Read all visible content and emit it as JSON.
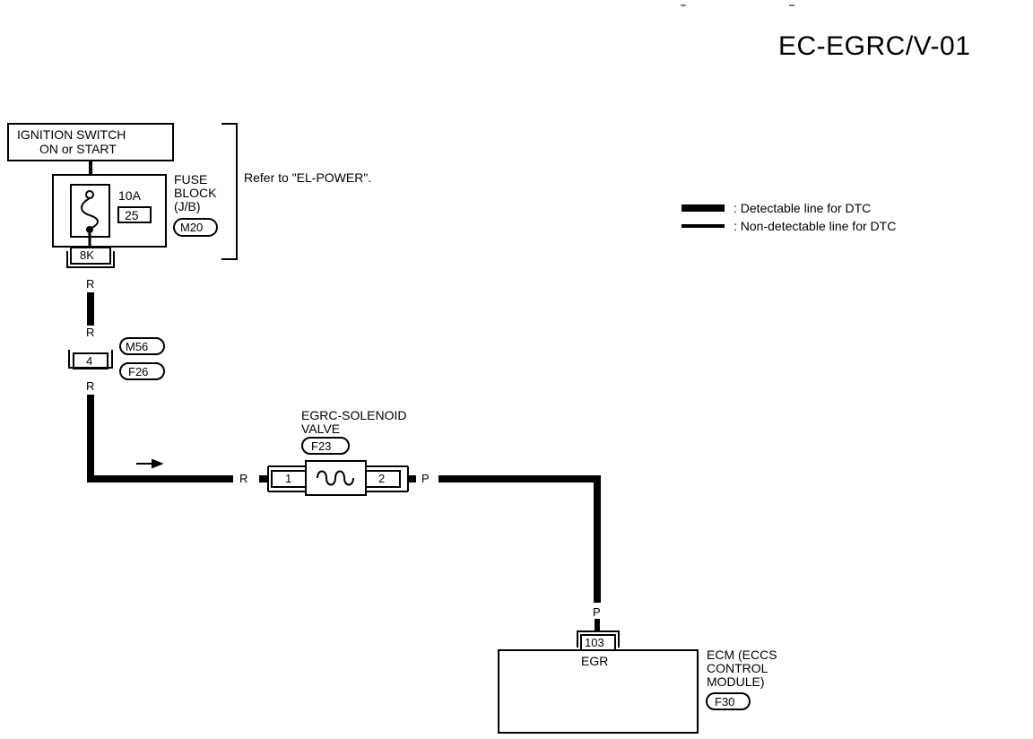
{
  "page_code": "EC-EGRC/V-01",
  "ignition": {
    "line1": "IGNITION SWITCH",
    "line2": "ON or START"
  },
  "fuse_block": {
    "rating": "10A",
    "fuse_no": "25",
    "label1": "FUSE",
    "label2": "BLOCK",
    "label3": "(J/B)",
    "connector": "M20",
    "terminal": "8K"
  },
  "refer": "Refer to \"EL-POWER\".",
  "legend": {
    "detectable": ": Detectable line for DTC",
    "non_detectable": ": Non-detectable line for DTC"
  },
  "wire_colors": {
    "r": "R",
    "p": "P"
  },
  "joint_connector": {
    "pin": "4",
    "upper": "M56",
    "lower": "F26"
  },
  "solenoid": {
    "name_line1": "EGRC-SOLENOID",
    "name_line2": "VALVE",
    "connector": "F23",
    "pin1": "1",
    "pin2": "2"
  },
  "ecm": {
    "terminal": "103",
    "signal": "EGR",
    "name_line1": "ECM (ECCS",
    "name_line2": "CONTROL",
    "name_line3": "MODULE)",
    "connector": "F30"
  }
}
